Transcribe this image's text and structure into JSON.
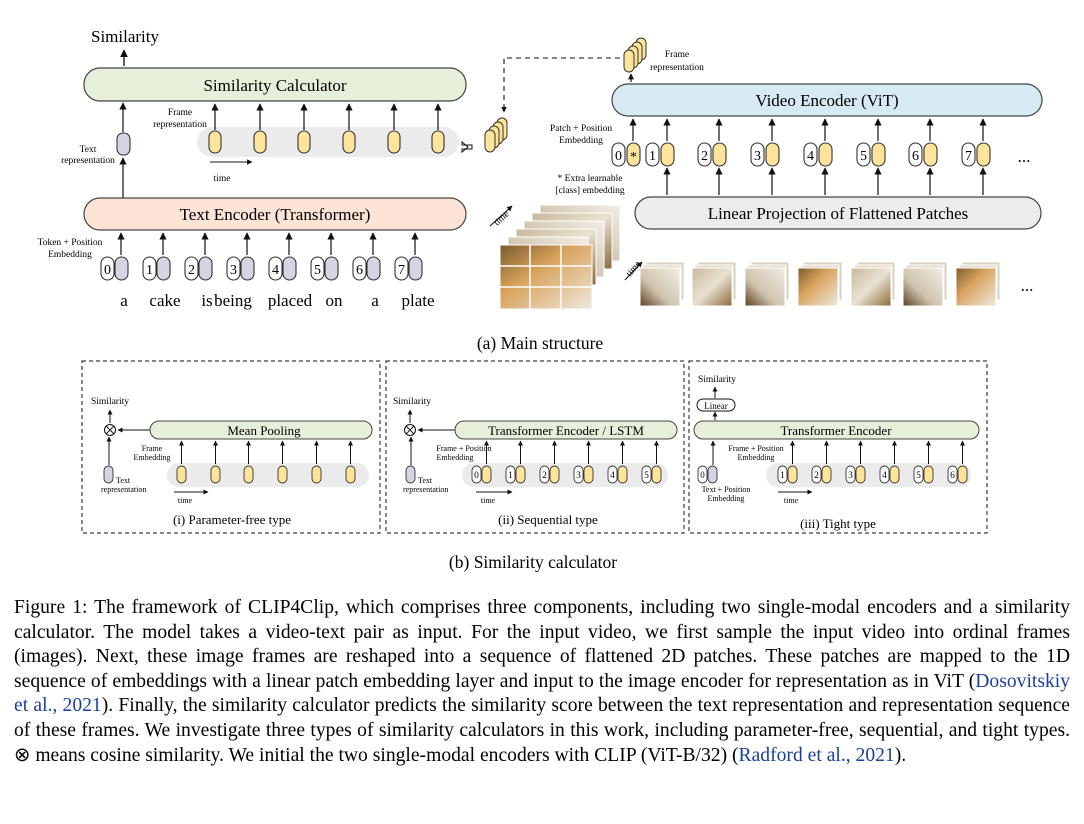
{
  "main": {
    "similarity_label": "Similarity",
    "similarity_calculator": "Similarity Calculator",
    "text_encoder": "Text Encoder (Transformer)",
    "video_encoder": "Video Encoder (ViT)",
    "linear_projection": "Linear Projection of Flattened Patches",
    "frame_representation_left": "Frame representation",
    "frame_representation_right": "Frame representation",
    "text_representation": "Text representation",
    "time_label": "time",
    "token_position_embedding": "Token + Position Embedding",
    "patch_position_embedding": "Patch + Position Embedding",
    "class_embedding_note": "* Extra learnable [class] embedding",
    "tokens": [
      "a",
      "cake",
      "is",
      "being",
      "placed",
      "on",
      "a",
      "plate"
    ],
    "token_indices": [
      "0",
      "1",
      "2",
      "3",
      "4",
      "5",
      "6",
      "7"
    ],
    "patch_indices": [
      "0",
      "*",
      "1",
      "2",
      "3",
      "4",
      "5",
      "6",
      "7"
    ],
    "ellipsis": "...",
    "subtitle": "(a) Main structure"
  },
  "sub": {
    "panel1": {
      "similarity": "Similarity",
      "module": "Mean Pooling",
      "frame_embedding": "Frame Embedding",
      "text_representation": "Text representation",
      "time": "time",
      "caption": "(i) Parameter-free type"
    },
    "panel2": {
      "similarity": "Similarity",
      "module": "Transformer Encoder / LSTM",
      "frame_position": "Frame + Position Embedding",
      "text_representation": "Text representation",
      "time": "time",
      "indices": [
        "0",
        "1",
        "2",
        "3",
        "4",
        "5"
      ],
      "caption": "(ii) Sequential type"
    },
    "panel3": {
      "similarity": "Similarity",
      "linear": "Linear",
      "module": "Transformer Encoder",
      "frame_position": "Frame + Position Embedding",
      "text_position": "Text + Position Embedding",
      "time": "time",
      "indices": [
        "0",
        "1",
        "2",
        "3",
        "4",
        "5",
        "6"
      ],
      "caption": "(iii) Tight type"
    },
    "subtitle": "(b) Similarity calculator"
  },
  "caption": {
    "part1": "Figure 1: The framework of CLIP4Clip, which comprises three components, including two single-modal encoders and a similarity calculator. The model takes a video-text pair as input. For the input video, we first sample the input video into ordinal frames (images). Next, these image frames are reshaped into a sequence of flattened 2D patches. These patches are mapped to the 1D sequence of embeddings with a linear patch embedding layer and input to the image encoder for representation as in ViT (",
    "cite1": "Dosovitskiy et al., 2021",
    "part2": "). Finally, the similarity calculator predicts the similarity score between the text representation and representation sequence of these frames. We investigate three types of similarity calculators in this work, including parameter-free, sequential, and tight types. ⊗ means cosine similarity. We initial the two single-modal encoders with CLIP (ViT-B/32) (",
    "cite2": "Radford et al., 2021",
    "part3": ")."
  },
  "colors": {
    "green_box": "#e6efd9",
    "orange_box": "#fbe3d6",
    "blue_box": "#d7e9f3",
    "gray_box": "#ececec",
    "token_yellow": "#fde49a",
    "token_gray": "#d6d3e2",
    "citation": "#1b3f9c"
  }
}
